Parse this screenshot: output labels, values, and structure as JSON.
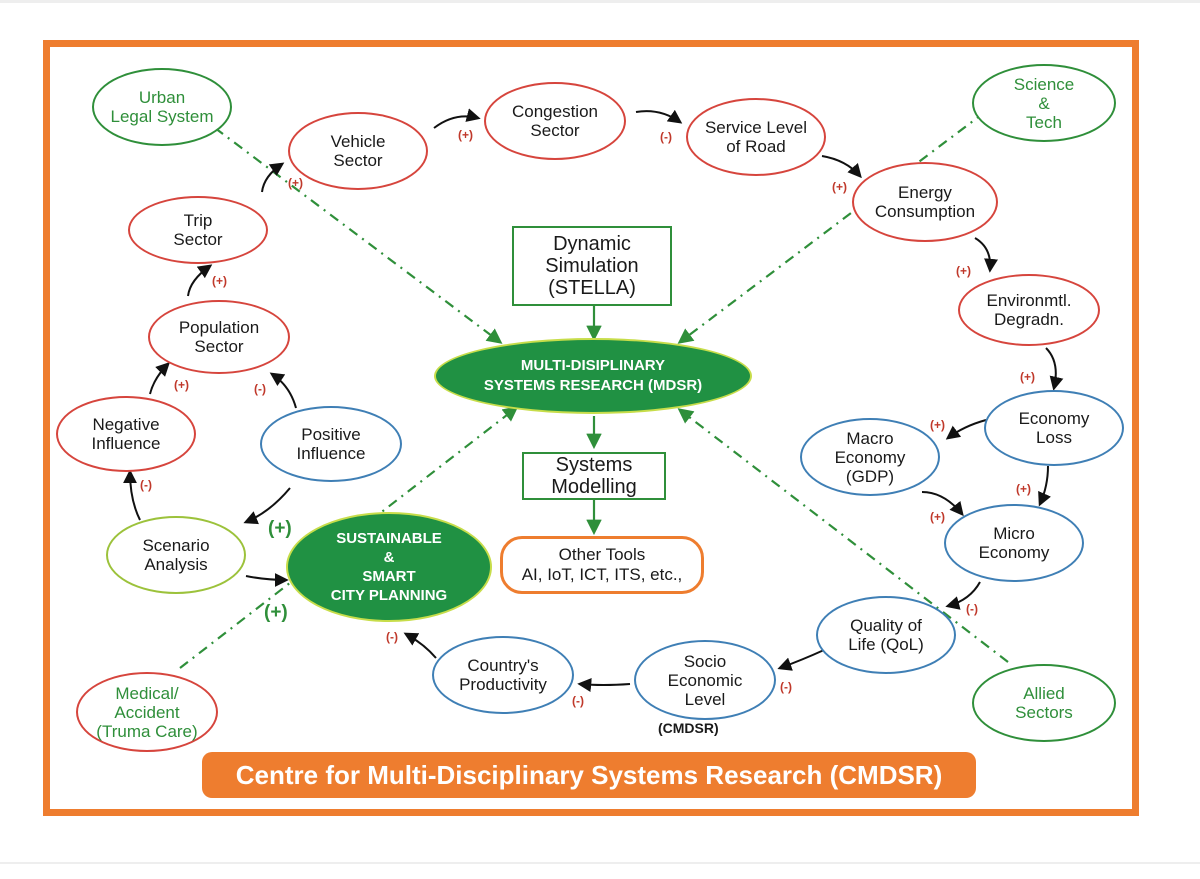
{
  "nodes": {
    "urban_legal": "Urban\nLegal System",
    "science_tech": "Science\n&\nTech",
    "vehicle": "Vehicle\nSector",
    "congestion": "Congestion\nSector",
    "service_level": "Service Level\nof Road",
    "energy": "Energy\nConsumption",
    "trip": "Trip\nSector",
    "population": "Population\nSector",
    "negative": "Negative\nInfluence",
    "positive": "Positive\nInfluence",
    "scenario": "Scenario\nAnalysis",
    "sustainable": "SUSTAINABLE\n&\nSMART\nCITY PLANNING",
    "mdsr": "MULTI-DISIPLINARY\nSYSTEMS RESEARCH (MDSR)",
    "environ": "Environmtl.\nDegradn.",
    "economy_loss": "Economy\nLoss",
    "macro": "Macro\nEconomy\n(GDP)",
    "micro": "Micro\nEconomy",
    "qol": "Quality of\nLife (QoL)",
    "socio": "Socio\nEconomic\nLevel",
    "productivity": "Country's\nProductivity",
    "medical": "Medical/\nAccident\n(Truma Care)",
    "allied": "Allied\nSectors"
  },
  "boxes": {
    "dynamic": "Dynamic\nSimulation\n(STELLA)",
    "systems": "Systems\nModelling",
    "tools": "Other Tools\nAI, IoT, ICT, ITS, etc.,"
  },
  "signs": {
    "vehicle_congestion": "(+)",
    "congestion_service": "(-)",
    "trip_vehicle": "(+)",
    "service_energy": "(+)",
    "pop_trip": "(+)",
    "energy_environ": "(+)",
    "neg_pop": "(+)",
    "pos_pop": "(-)",
    "environ_loss": "(+)",
    "loss_macro": "(+)",
    "scenario_neg": "(-)",
    "loss_micro": "(+)",
    "macro_micro": "(+)",
    "scenario_positive": "(+)",
    "scenario_sustainable": "(+)",
    "micro_qol": "(-)",
    "productivity_sustainable": "(-)",
    "qol_socio": "(-)",
    "socio_productivity": "(-)"
  },
  "caption": "(CMDSR)",
  "banner": "Centre for Multi-Disciplinary Systems Research (CMDSR)",
  "colors": {
    "frame": "#ee7d2f",
    "red_node": "#d6453d",
    "blue_node": "#3f7fb5",
    "green": "#209143",
    "lime": "#9cc23b"
  }
}
